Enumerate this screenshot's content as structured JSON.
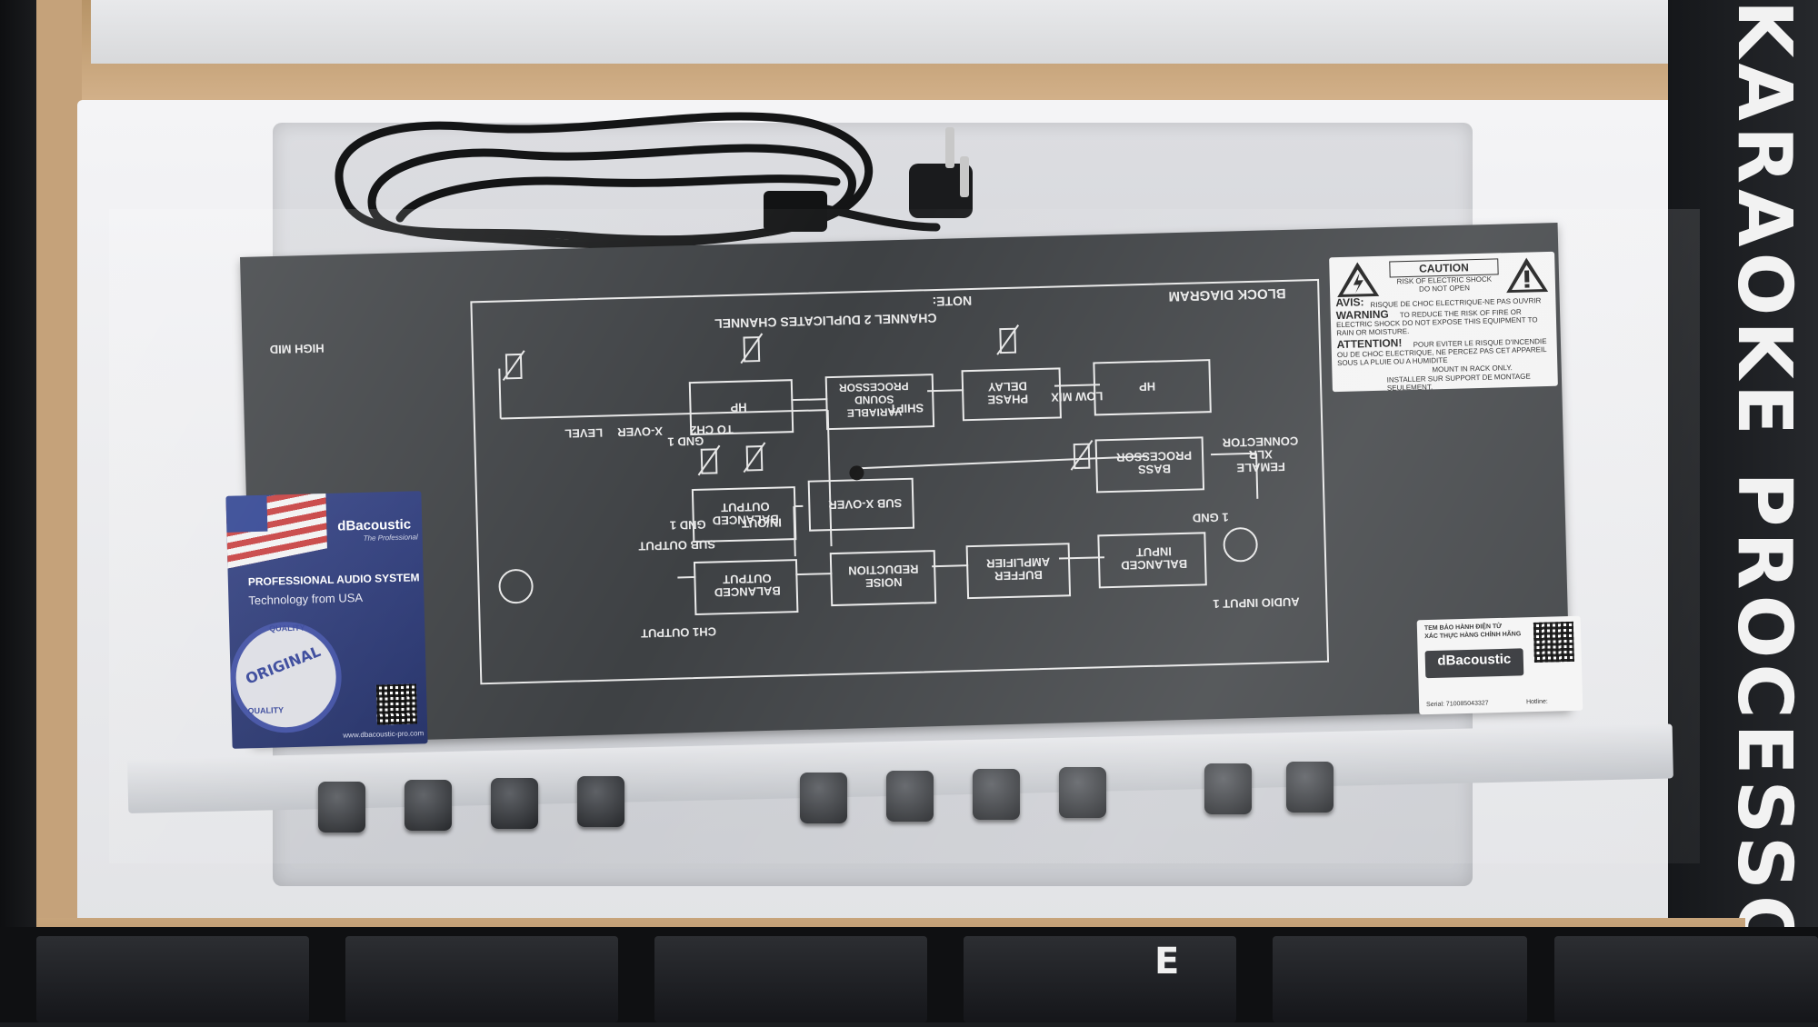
{
  "box": {
    "side_text": "KARAOKE PROCESSOR",
    "bottom_letter": "E"
  },
  "sticker": {
    "brand": "dBacoustic",
    "brand_tagline": "The Professional",
    "line1": "PROFESSIONAL AUDIO SYSTEM",
    "line2": "Technology from USA",
    "seal_text": "ORIGINAL",
    "seal_ring_top": "QUALITY",
    "seal_ring_bottom": "QUALITY",
    "website": "www.dbacoustic-pro.com"
  },
  "caution": {
    "title": "CAUTION",
    "risk": "RISK OF ELECTRIC SHOCK",
    "do_not_open": "DO NOT OPEN",
    "avis": "AVIS:",
    "avis_text": "RISQUE DE CHOC ELECTRIQUE-NE PAS OUVRIR",
    "warning": "WARNING",
    "warning_text": "TO REDUCE THE RISK OF FIRE OR ELECTRIC SHOCK DO NOT EXPOSE THIS EQUIPMENT TO RAIN OR MOISTURE.",
    "attention": "ATTENTION!",
    "attention_text": "POUR EVITER LE RISQUE D'INCENDIE OU DE CHOC ELECTRIQUE, NE PERCEZ PAS CET APPAREIL SOUS LA PLUIE OU A HUMIDITE",
    "mount": "MOUNT IN RACK ONLY.",
    "installer": "INSTALLER SUR SUPPORT DE MONTAGE SEULEMENT."
  },
  "diagram": {
    "title": "BLOCK DIAGRAM",
    "note_label": "NOTE:",
    "note_text": "CHANNEL 2 DUPLICATES CHANNEL",
    "blocks": {
      "hp_right": "HP",
      "phase_delay": "PHASE\nDELAY",
      "vsp": "VARIABLE\nSOUND\nPROCESSOR",
      "hp_left": "HP",
      "bass_processor": "BASS\nPROCESSOR",
      "sub_xover": "SUB X-OVER",
      "balanced_output_sub": "BALANCED\nOUTPUT",
      "balanced_input": "BALANCED\nINPUT",
      "buffer_amplifier": "BUFFER\nAMPLIFIER",
      "noise_reduction": "NOISE\nREDUCTION",
      "balanced_output_ch1": "BALANCED\nOUTPUT"
    },
    "labels": {
      "high_mid": "HIGH MID",
      "low_mix": "LOW MIX",
      "shift": "SHIFT",
      "to_ch2": "TO CH2",
      "xover": "X-OVER",
      "level": "LEVEL",
      "in_out": "IN/OUT",
      "female_xlr": "FEMALE\nXLR\nCONNECTOR",
      "gnd_in": "1 GND",
      "audio_input": "AUDIO INPUT 1",
      "gnd_sub": "GND 1",
      "sub_output": "SUB OUTPUT",
      "gnd_ch1": "GND 1",
      "ch1_output": "CH1 OUTPUT"
    }
  },
  "warranty": {
    "line1": "TEM BẢO HÀNH ĐIỆN TỬ",
    "line2": "XÁC THỰC HÀNG CHÍNH HÃNG",
    "brand": "dBacoustic",
    "serial": "Serial: 710085043327",
    "hotline_label": "Hotline:"
  },
  "colors": {
    "panel": "#3a3d40",
    "sticker_blue": "#1d2a62",
    "cardboard": "#c5a27a",
    "foam": "#ecedef"
  }
}
